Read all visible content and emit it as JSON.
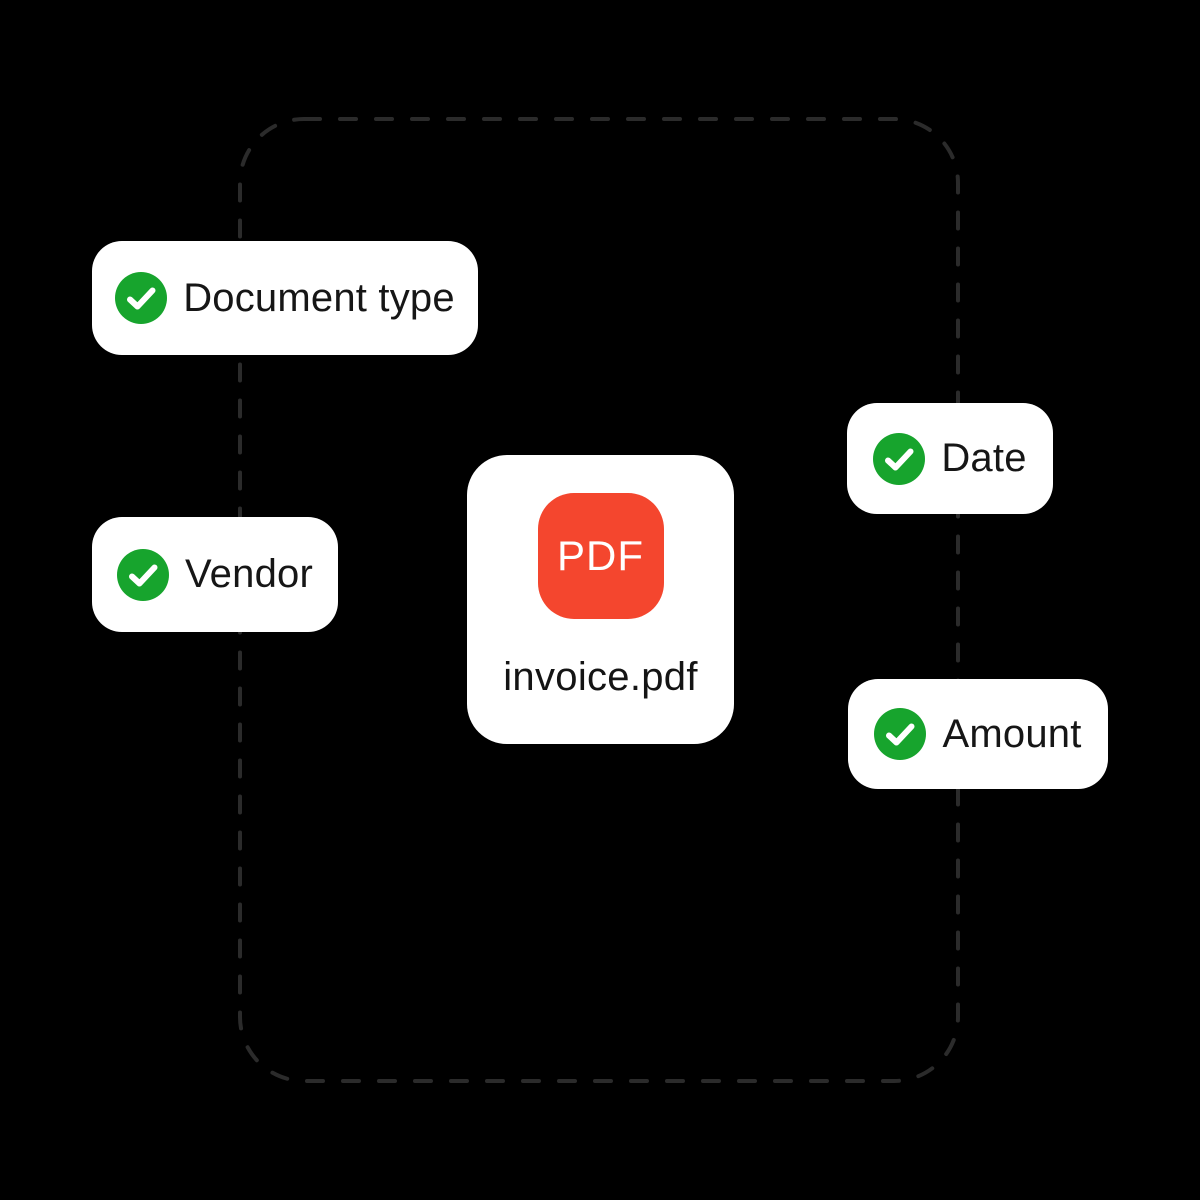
{
  "colors": {
    "background": "#000000",
    "card_bg": "#ffffff",
    "check_green": "#17a42d",
    "pdf_red": "#f4462e",
    "text_dark": "#161616",
    "dash_gray": "#2b2b2b"
  },
  "tags": [
    {
      "id": "document-type",
      "label": "Document type"
    },
    {
      "id": "vendor",
      "label": "Vendor"
    },
    {
      "id": "date",
      "label": "Date"
    },
    {
      "id": "amount",
      "label": "Amount"
    }
  ],
  "file_card": {
    "badge": "PDF",
    "filename": "invoice.pdf"
  }
}
